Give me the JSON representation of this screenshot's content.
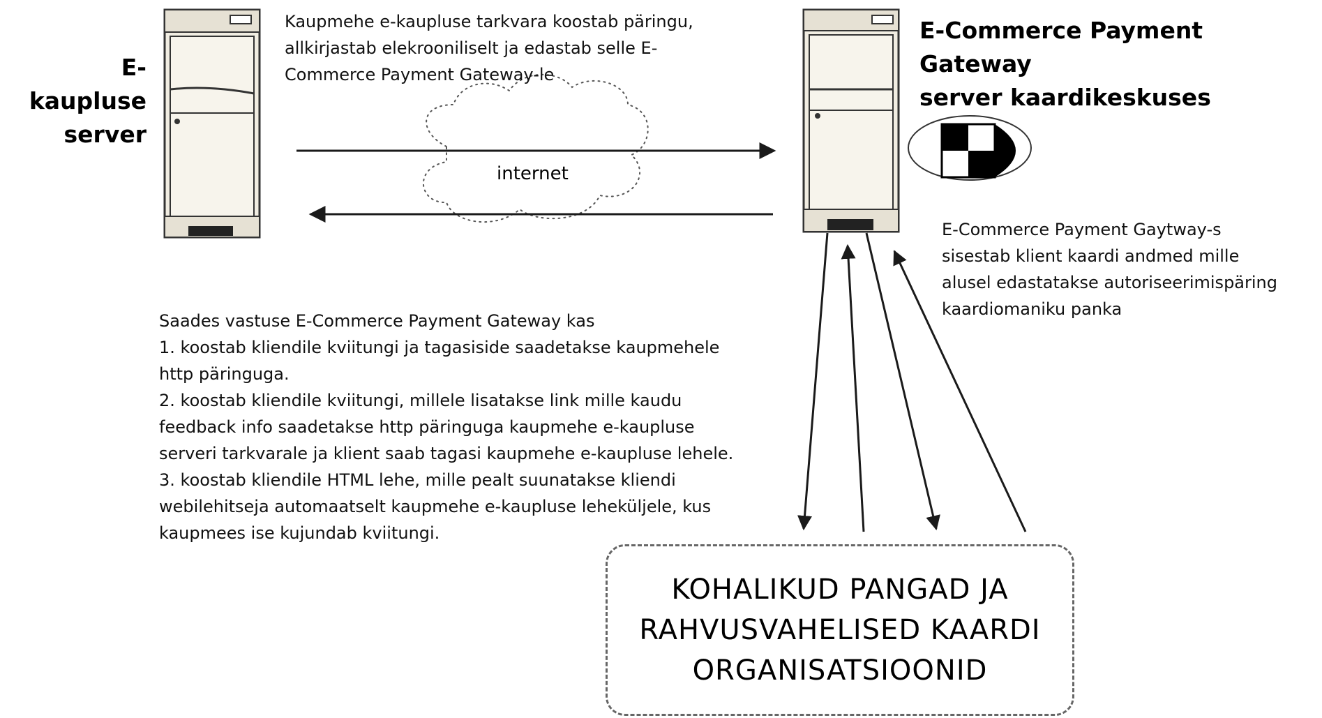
{
  "left_server": {
    "label_lines": [
      "E-kaupluse",
      "server"
    ]
  },
  "right_server": {
    "label_lines": [
      "E-Commerce Payment",
      "Gateway",
      "server kaardikeskuses"
    ]
  },
  "top_note": {
    "lines": [
      "Kaupmehe e-kaupluse tarkvara koostab päringu,",
      "allkirjastab elekrooniliselt ja edastab selle E-",
      "Commerce Payment Gateway-le"
    ]
  },
  "cloud": {
    "label": "internet"
  },
  "right_note": {
    "lines": [
      "E-Commerce Payment Gaytway-s",
      "sisestab klient kaardi andmed mille",
      "alusel edastatakse autoriseerimispäring",
      "kaardiomaniku panka"
    ]
  },
  "bottom_note": {
    "lines": [
      "Saades vastuse E-Commerce Payment Gateway kas",
      "1. koostab kliendile kviitungi ja tagasiside saadetakse kaupmehele",
      "http päringuga.",
      "2. koostab kliendile kviitungi, millele lisatakse link mille kaudu",
      "feedback info saadetakse http päringuga kaupmehe e-kaupluse",
      "serveri tarkvarale ja klient saab tagasi kaupmehe e-kaupluse lehele.",
      "3. koostab kliendile HTML lehe, mille pealt suunatakse kliendi",
      "webilehitseja automaatselt kaupmehe e-kaupluse leheküljele, kus",
      "kaupmees ise kujundab kviitungi."
    ]
  },
  "bank_box": {
    "lines": [
      "KOHALIKUD PANGAD JA",
      "RAHVUSVAHELISED KAARDI",
      "ORGANISATSIOONID"
    ]
  },
  "colors": {
    "server_fill": "#f1ede2",
    "server_stroke": "#333333",
    "arrow": "#1a1a1a",
    "box_border": "#666666"
  }
}
